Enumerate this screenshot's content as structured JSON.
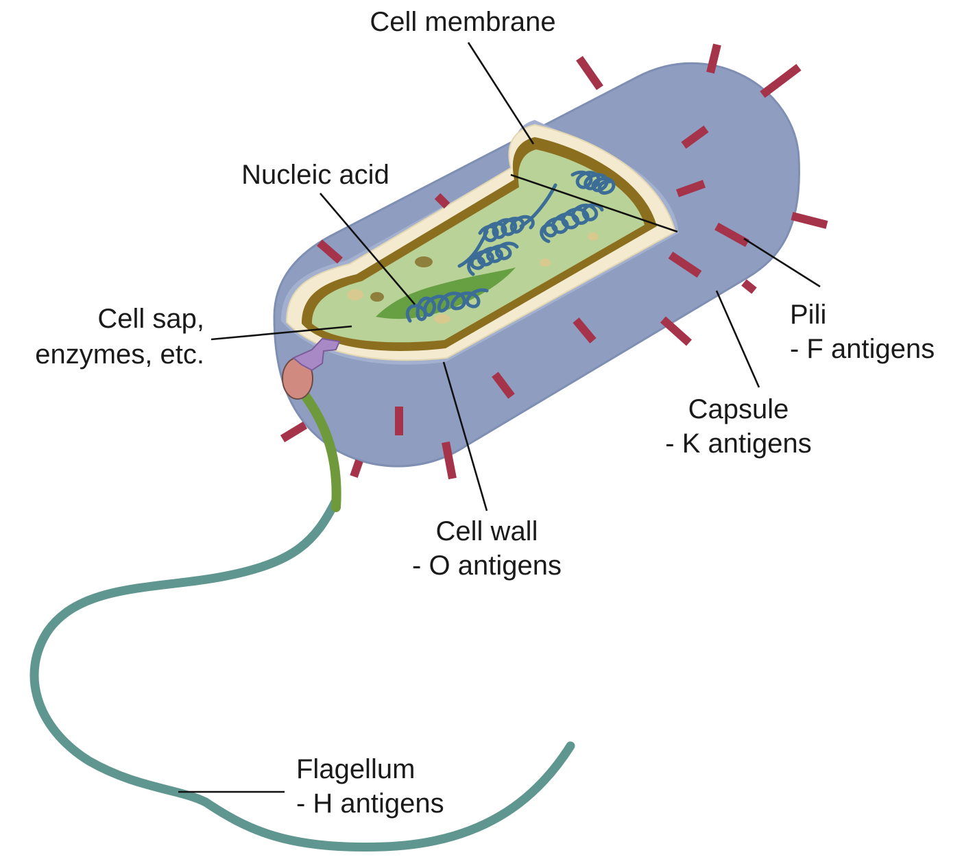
{
  "labels": {
    "cell_membrane": "Cell membrane",
    "nucleic_acid": "Nucleic acid",
    "cell_sap_line1": "Cell sap,",
    "cell_sap_line2": "enzymes, etc.",
    "pili_line1": "Pili",
    "pili_line2": "- F antigens",
    "capsule_line1": "Capsule",
    "capsule_line2": "- K antigens",
    "cell_wall_line1": "Cell wall",
    "cell_wall_line2": "- O antigens",
    "flagellum_line1": "Flagellum",
    "flagellum_line2": "- H antigens"
  },
  "colors": {
    "capsule": "#8e9dc0",
    "capsule_edge": "#7f8fb4",
    "cell_wall_cream": "#f3ead0",
    "cell_membrane_brown": "#8b6f1e",
    "cytoplasm": "#b9d297",
    "pili": "#a5334a",
    "nucleic_acid": "#3b6d96",
    "flagellum_base": "#6f9a3c",
    "flagellum": "#5f9690",
    "basal_hook": "#d18a80",
    "basal_body": "#a889c6",
    "leader_line": "#111111"
  }
}
